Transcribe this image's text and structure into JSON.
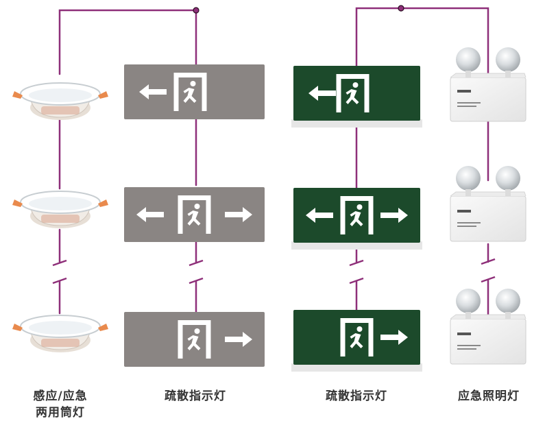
{
  "colors": {
    "wire": "#8e2f79",
    "gray_sign": "#8a8583",
    "green_sign": "#1c4a2b",
    "sign_symbol": "#ffffff",
    "caption_text": "#333333"
  },
  "columns": [
    {
      "kind": "downlight",
      "caption_lines": [
        "感应/应急",
        "两用筒灯"
      ]
    },
    {
      "kind": "gray-exit-sign",
      "caption_lines": [
        "疏散指示灯"
      ]
    },
    {
      "kind": "green-exit-sign",
      "caption_lines": [
        "疏散指示灯"
      ]
    },
    {
      "kind": "emergency-twin-light",
      "caption_lines": [
        "应急照明灯"
      ]
    }
  ],
  "sign_rows": [
    {
      "arrows": "left"
    },
    {
      "arrows": "both"
    },
    {
      "arrows": "right"
    }
  ]
}
